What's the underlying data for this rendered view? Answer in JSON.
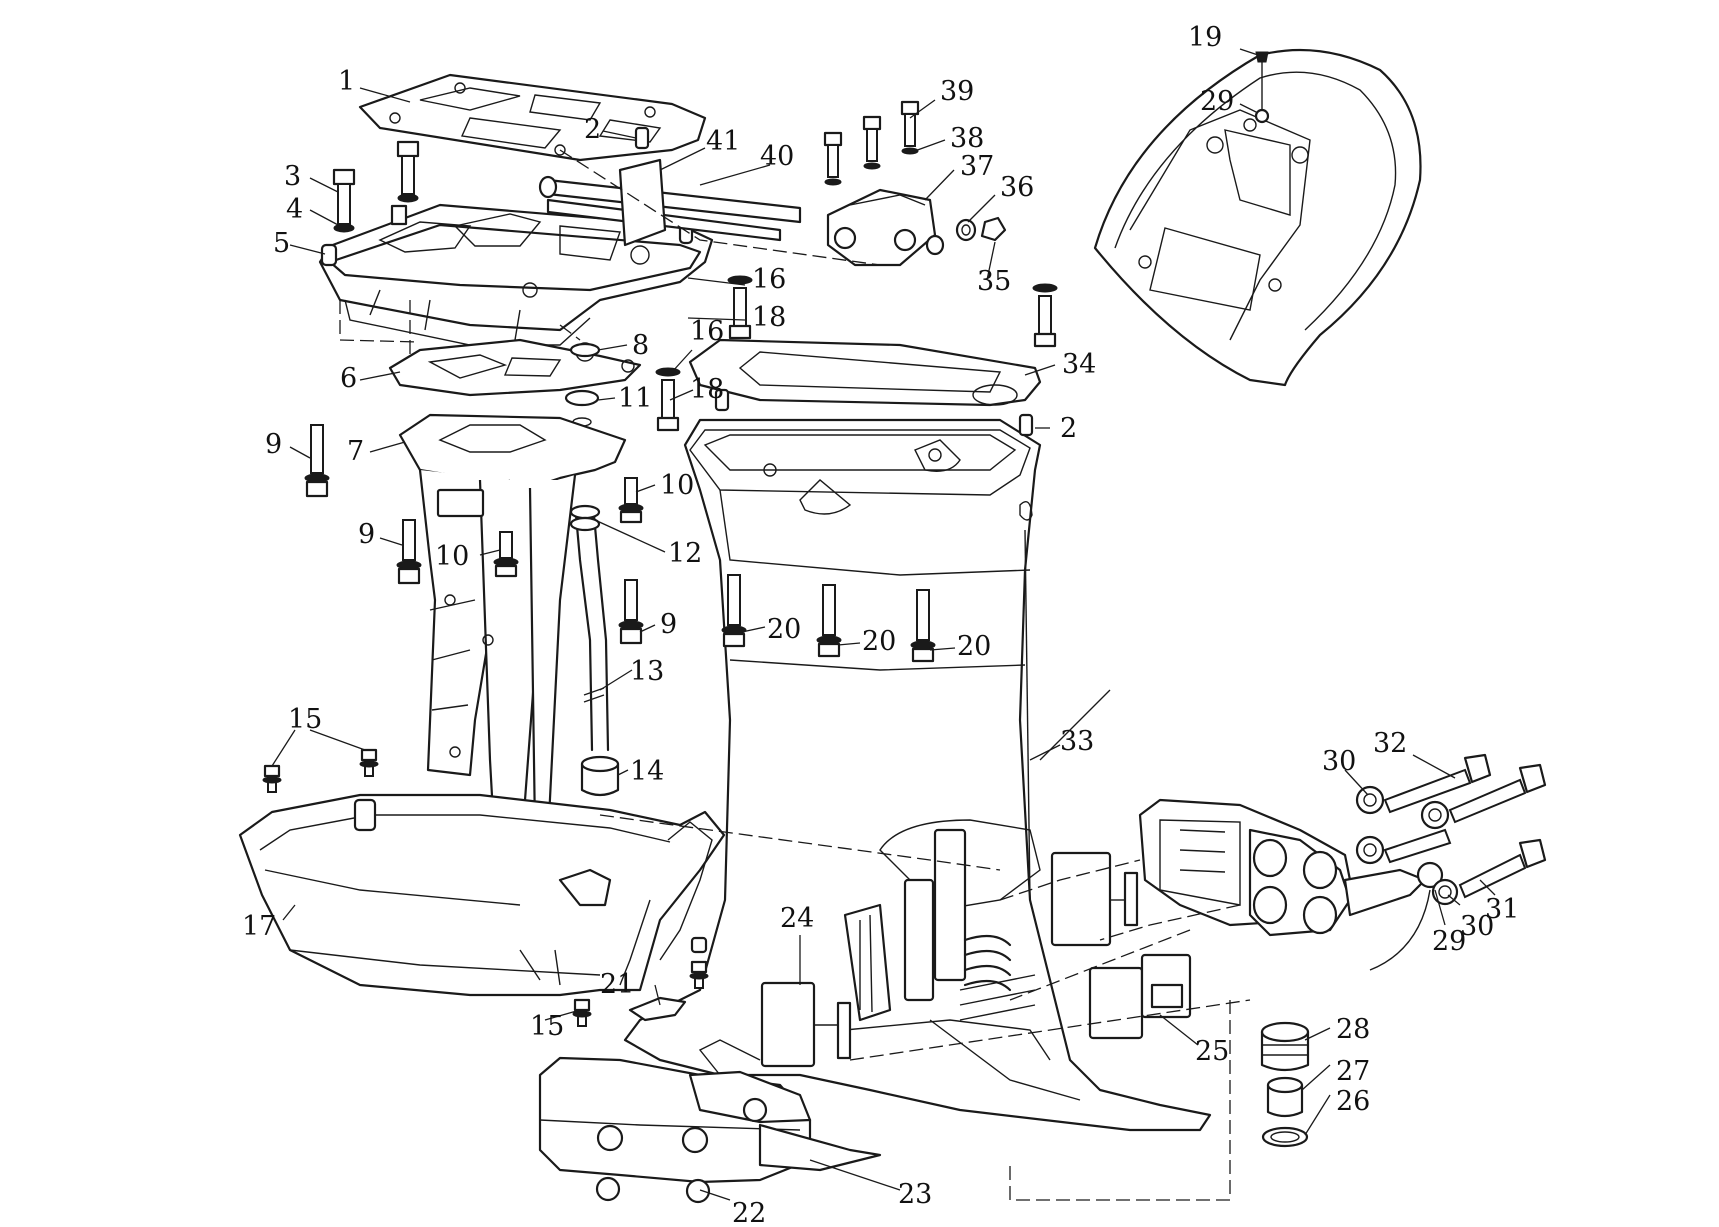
{
  "diagram": {
    "callouts": [
      {
        "id": "c1",
        "text": "1"
      },
      {
        "id": "c2a",
        "text": "2"
      },
      {
        "id": "c2b",
        "text": "2"
      },
      {
        "id": "c3",
        "text": "3"
      },
      {
        "id": "c4",
        "text": "4"
      },
      {
        "id": "c5",
        "text": "5"
      },
      {
        "id": "c6",
        "text": "6"
      },
      {
        "id": "c7",
        "text": "7"
      },
      {
        "id": "c8",
        "text": "8"
      },
      {
        "id": "c9a",
        "text": "9"
      },
      {
        "id": "c9b",
        "text": "9"
      },
      {
        "id": "c9c",
        "text": "9"
      },
      {
        "id": "c10a",
        "text": "10"
      },
      {
        "id": "c10b",
        "text": "10"
      },
      {
        "id": "c11",
        "text": "11"
      },
      {
        "id": "c12",
        "text": "12"
      },
      {
        "id": "c13",
        "text": "13"
      },
      {
        "id": "c14",
        "text": "14"
      },
      {
        "id": "c15a",
        "text": "15"
      },
      {
        "id": "c15b",
        "text": "15"
      },
      {
        "id": "c16a",
        "text": "16"
      },
      {
        "id": "c16b",
        "text": "16"
      },
      {
        "id": "c17",
        "text": "17"
      },
      {
        "id": "c18a",
        "text": "18"
      },
      {
        "id": "c18b",
        "text": "18"
      },
      {
        "id": "c19",
        "text": "19"
      },
      {
        "id": "c20a",
        "text": "20"
      },
      {
        "id": "c20b",
        "text": "20"
      },
      {
        "id": "c20c",
        "text": "20"
      },
      {
        "id": "c21",
        "text": "21"
      },
      {
        "id": "c22",
        "text": "22"
      },
      {
        "id": "c23",
        "text": "23"
      },
      {
        "id": "c24",
        "text": "24"
      },
      {
        "id": "c25",
        "text": "25"
      },
      {
        "id": "c26",
        "text": "26"
      },
      {
        "id": "c27",
        "text": "27"
      },
      {
        "id": "c28",
        "text": "28"
      },
      {
        "id": "c29a",
        "text": "29"
      },
      {
        "id": "c29b",
        "text": "29"
      },
      {
        "id": "c30a",
        "text": "30"
      },
      {
        "id": "c30b",
        "text": "30"
      },
      {
        "id": "c31",
        "text": "31"
      },
      {
        "id": "c32",
        "text": "32"
      },
      {
        "id": "c33",
        "text": "33"
      },
      {
        "id": "c34",
        "text": "34"
      },
      {
        "id": "c35",
        "text": "35"
      },
      {
        "id": "c36",
        "text": "36"
      },
      {
        "id": "c37",
        "text": "37"
      },
      {
        "id": "c38",
        "text": "38"
      },
      {
        "id": "c39",
        "text": "39"
      },
      {
        "id": "c40",
        "text": "40"
      },
      {
        "id": "c41",
        "text": "41"
      }
    ]
  },
  "colors": {
    "line": "#1a1a1a",
    "background": "#ffffff"
  }
}
